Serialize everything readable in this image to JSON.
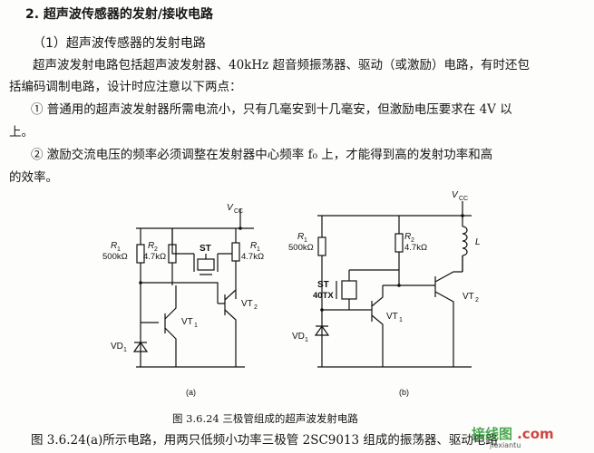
{
  "section_heading": "2. 超声波传感器的发射/接收电路",
  "subsection_heading": "（1）超声波传感器的发射电路",
  "paragraphs": [
    "超声波发射电路包括超声波发射器、40kHz 超音频振荡器、驱动（或激励）电路，有时还包",
    "括编码调制电路，设计时应注意以下两点：",
    "① 普通用的超声波发射器所需电流小，只有几毫安到十几毫安，但激励电压要求在 4V 以",
    "上。",
    "② 激励交流电压的频率必须调整在发射器中心频率 f₀ 上，才能得到高的发射功率和高",
    "的效率。"
  ],
  "figure_a": {
    "vcc": "V",
    "vcc_sub": "CC",
    "r1_name": "R",
    "r1_sub": "1",
    "r1_value": "500kΩ",
    "r2_name": "R",
    "r2_sub": "2",
    "r2_value": "4.7kΩ",
    "st": "ST",
    "r3_name": "R",
    "r3_sub": "1",
    "r3_value": "4.7kΩ",
    "vt1": "VT",
    "vt1_sub": "1",
    "vt2": "VT",
    "vt2_sub": "2",
    "vd1": "VD",
    "vd1_sub": "1",
    "label": "(a)"
  },
  "figure_b": {
    "vcc": "V",
    "vcc_sub": "CC",
    "r1_name": "R",
    "r1_sub": "1",
    "r1_value": "500kΩ",
    "r2_name": "R",
    "r2_sub": "2",
    "r2_value": "4.7kΩ",
    "inductor": "L",
    "st": "ST",
    "st_model": "40TX",
    "vt1": "VT",
    "vt1_sub": "1",
    "vt2": "VT",
    "vt2_sub": "2",
    "vd1": "VD",
    "vd1_sub": "1",
    "label": "(b)"
  },
  "figure_caption": "图 3.6.24   三极管组成的超声波发射电路",
  "bottom_text": "图 3.6.24(a)所示电路，用两只低频小功率三极管 2SC9013 组成的振荡器、驱动电路",
  "watermark": {
    "text_a": "接线图",
    "text_b": ".com",
    "small": "jiexiantu"
  },
  "colors": {
    "ink": "#161616",
    "watermark_green": "#2e9a34",
    "watermark_red": "#c8261e"
  }
}
